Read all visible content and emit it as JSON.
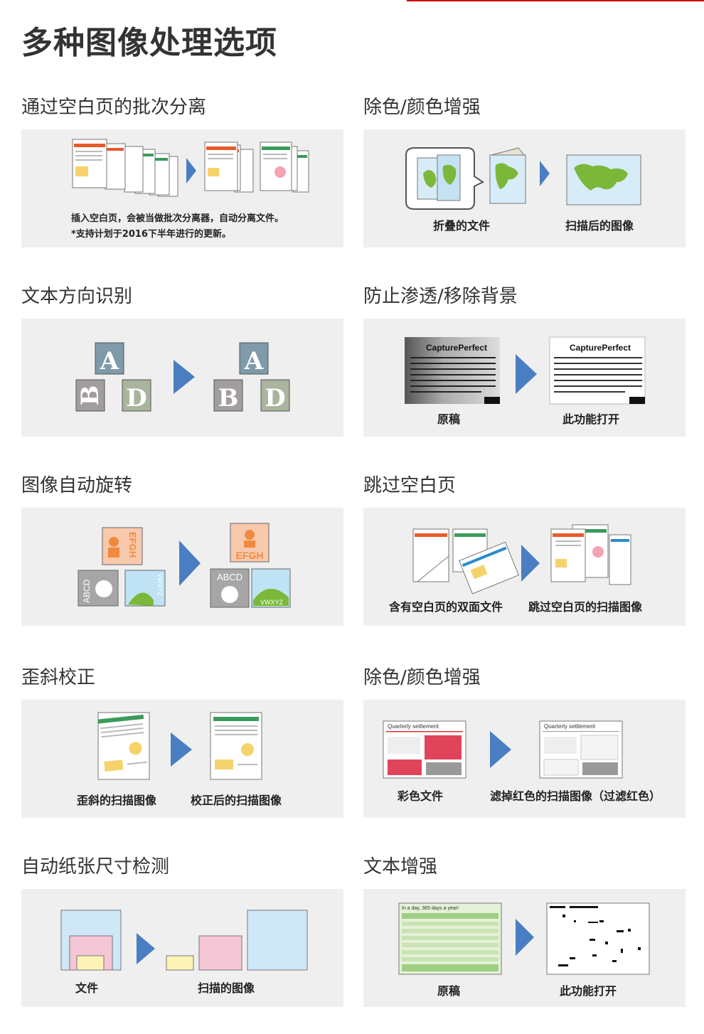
{
  "page_title": "多种图像处理选项",
  "sections": [
    {
      "title": "通过空白页的批次分离",
      "notes": [
        "插入空白页，会被当做批次分离器，自动分离文件。",
        "*支持计划于2016下半年进行的更新。"
      ]
    },
    {
      "title": "除色/颜色增强",
      "captions": [
        "折叠的文件",
        "扫描后的图像"
      ]
    },
    {
      "title": "文本方向识别",
      "letters": [
        "A",
        "B",
        "D"
      ]
    },
    {
      "title": "防止渗透/移除背景",
      "captions": [
        "原稿",
        "此功能打开"
      ],
      "doc_heading": "CapturePerfect"
    },
    {
      "title": "图像自动旋转",
      "labels": [
        "EFGH",
        "ABCD",
        "VWXYZ"
      ]
    },
    {
      "title": "跳过空白页",
      "captions": [
        "含有空白页的双面文件",
        "跳过空白页的扫描图像"
      ]
    },
    {
      "title": "歪斜校正",
      "captions": [
        "歪斜的扫描图像",
        "校正后的扫描图像"
      ]
    },
    {
      "title": "除色/颜色增强",
      "captions": [
        "彩色文件",
        "滤掉红色的扫描图像（过滤红色）"
      ],
      "doc_heading": "Quarterly settlement"
    },
    {
      "title": "自动纸张尺寸检测",
      "captions": [
        "文件",
        "扫描的图像"
      ]
    },
    {
      "title": "文本增强",
      "captions": [
        "原稿",
        "此功能打开"
      ],
      "doc_heading": "In a day, 365 days a year!"
    }
  ]
}
